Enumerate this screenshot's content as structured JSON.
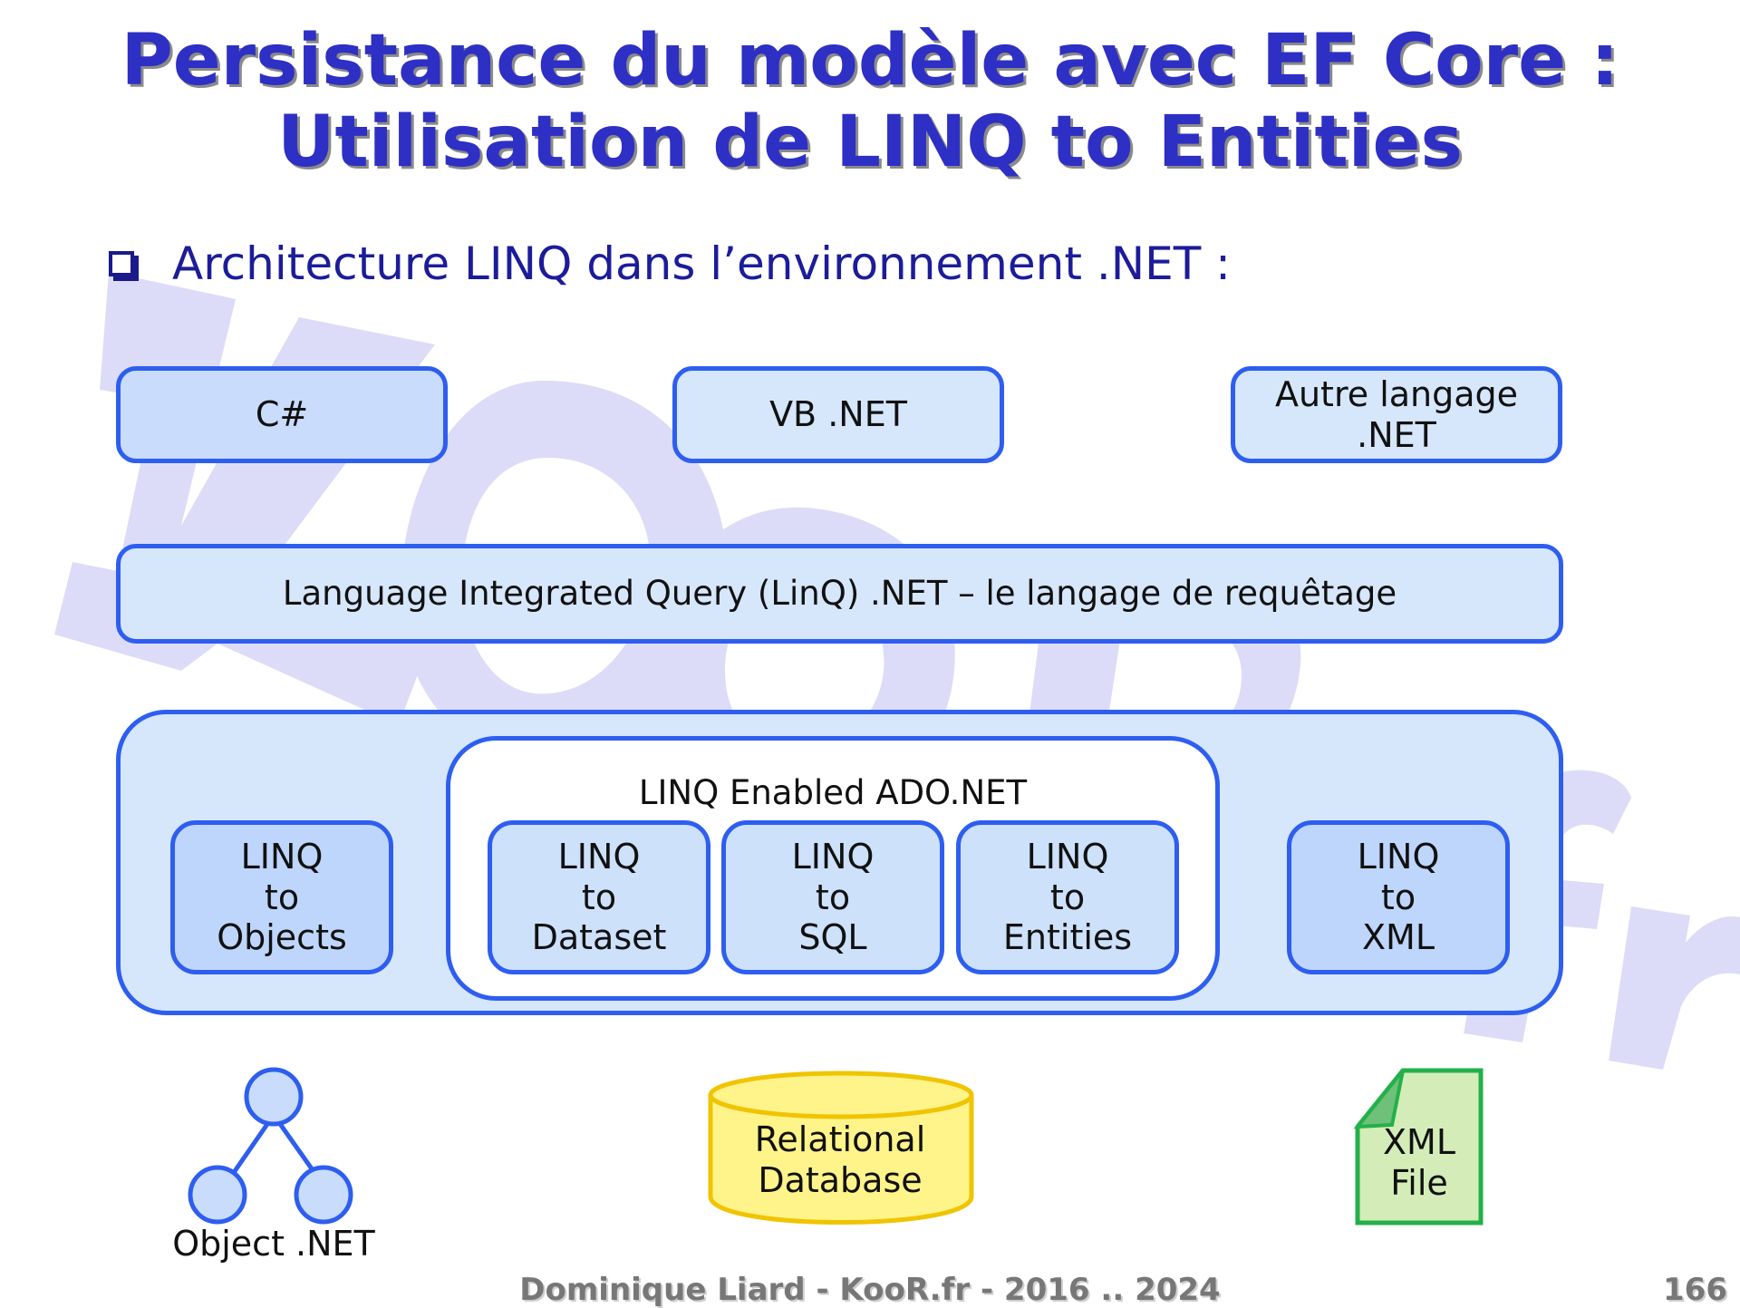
{
  "slide": {
    "title_line1": "Persistance du modèle avec EF Core :",
    "title_line2": "Utilisation de LINQ to Entities",
    "bullet": "Architecture LINQ dans l’environnement .NET :"
  },
  "languages": {
    "csharp": "C#",
    "vbnet": "VB .NET",
    "autre": "Autre langage .NET"
  },
  "linq_layer": "Language Integrated Query (LinQ) .NET – le langage de requêtage",
  "ado": {
    "title": "LINQ Enabled ADO.NET"
  },
  "providers": {
    "objects": [
      "LINQ",
      "to",
      "Objects"
    ],
    "dataset": [
      "LINQ",
      "to",
      "Dataset"
    ],
    "sql": [
      "LINQ",
      "to",
      "SQL"
    ],
    "entities": [
      "LINQ",
      "to",
      "Entities"
    ],
    "xml": [
      "LINQ",
      "to",
      "XML"
    ]
  },
  "sources": {
    "object_net": "Object .NET",
    "database": "Relational Database",
    "xml_file": "XML File"
  },
  "watermark": "KooR.fr",
  "footer": {
    "text": "Dominique Liard - KooR.fr - 2016 .. 2024",
    "page": "166"
  },
  "colors": {
    "title": "#2d2fc5",
    "box_border": "#2e5ef0",
    "box_fill": "#d6e6fb",
    "database_fill": "#fff48a",
    "database_border": "#f0c400",
    "xml_fill": "#d4edb8",
    "xml_border": "#23b04a",
    "watermark": "#dcdcf8"
  }
}
